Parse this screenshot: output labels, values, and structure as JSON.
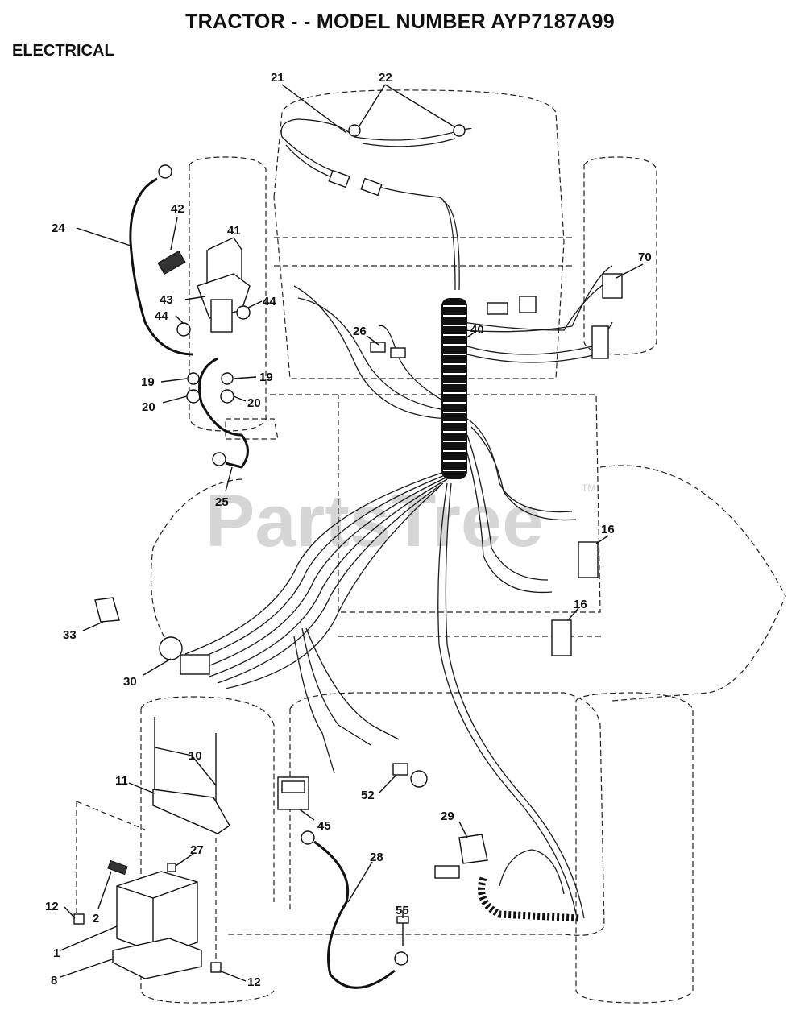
{
  "header": {
    "title": "TRACTOR - - MODEL NUMBER AYP7187A99",
    "section": "ELECTRICAL"
  },
  "watermark": {
    "text": "PartsTree",
    "trademark": "TM"
  },
  "callouts": {
    "c21": "21",
    "c22": "22",
    "c24": "24",
    "c42": "42",
    "c41": "41",
    "c70": "70",
    "c43": "43",
    "c44a": "44",
    "c44b": "44",
    "c26": "26",
    "c40": "40",
    "c19a": "19",
    "c19b": "19",
    "c20a": "20",
    "c20b": "20",
    "c25": "25",
    "c16a": "16",
    "c16b": "16",
    "c33": "33",
    "c30": "30",
    "c10": "10",
    "c11": "11",
    "c52": "52",
    "c45": "45",
    "c29": "29",
    "c27": "27",
    "c28": "28",
    "c12a": "12",
    "c2": "2",
    "c55": "55",
    "c1": "1",
    "c8": "8",
    "c12b": "12"
  }
}
